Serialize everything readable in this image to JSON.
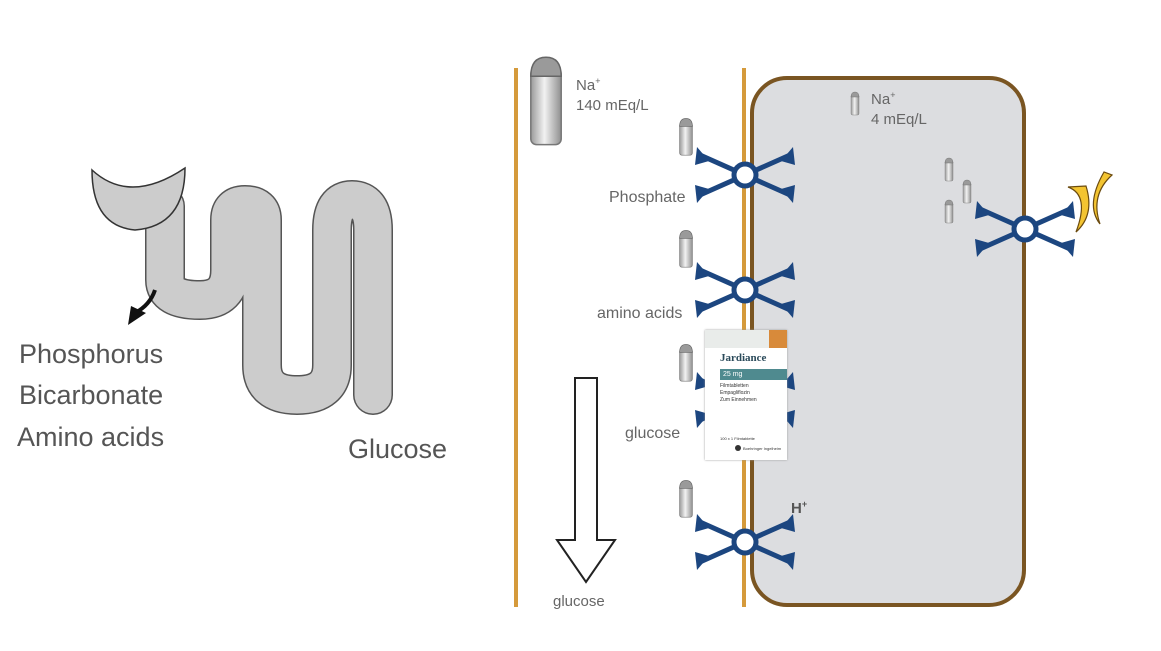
{
  "intestine_labels": [
    "Phosphorus",
    "Bicarbonate",
    "Amino acids"
  ],
  "glucose_big": "Glucose",
  "lumen": {
    "na_symbol": "Na",
    "na_charge": "+",
    "na_conc": "140 mEq/L"
  },
  "cell": {
    "na_symbol": "Na",
    "na_charge": "+",
    "na_conc": "4 mEq/L"
  },
  "transporters": {
    "phosphate": "Phosphate",
    "amino": "amino acids",
    "glucose": "glucose",
    "h_symbol": "H",
    "h_charge": "+"
  },
  "glucose_arrow_label": "glucose",
  "drug_box": {
    "brand": "Jardiance",
    "dose": "25 mg",
    "line1": "Filmtabletten",
    "line2": "Empagliflozin",
    "line3": "Zum Einnehmen",
    "count": "100 x 1 Filmtablette",
    "maker": "Boehringer Ingelheim"
  },
  "colors": {
    "membrane": "#d59a3b",
    "cell_border": "#7a5522",
    "cell_fill": "#dcdde0",
    "transporter": "#1c4680",
    "intestine": "#cccccc",
    "box_teal": "#4f8a8f",
    "box_orange": "#d88a3a"
  }
}
